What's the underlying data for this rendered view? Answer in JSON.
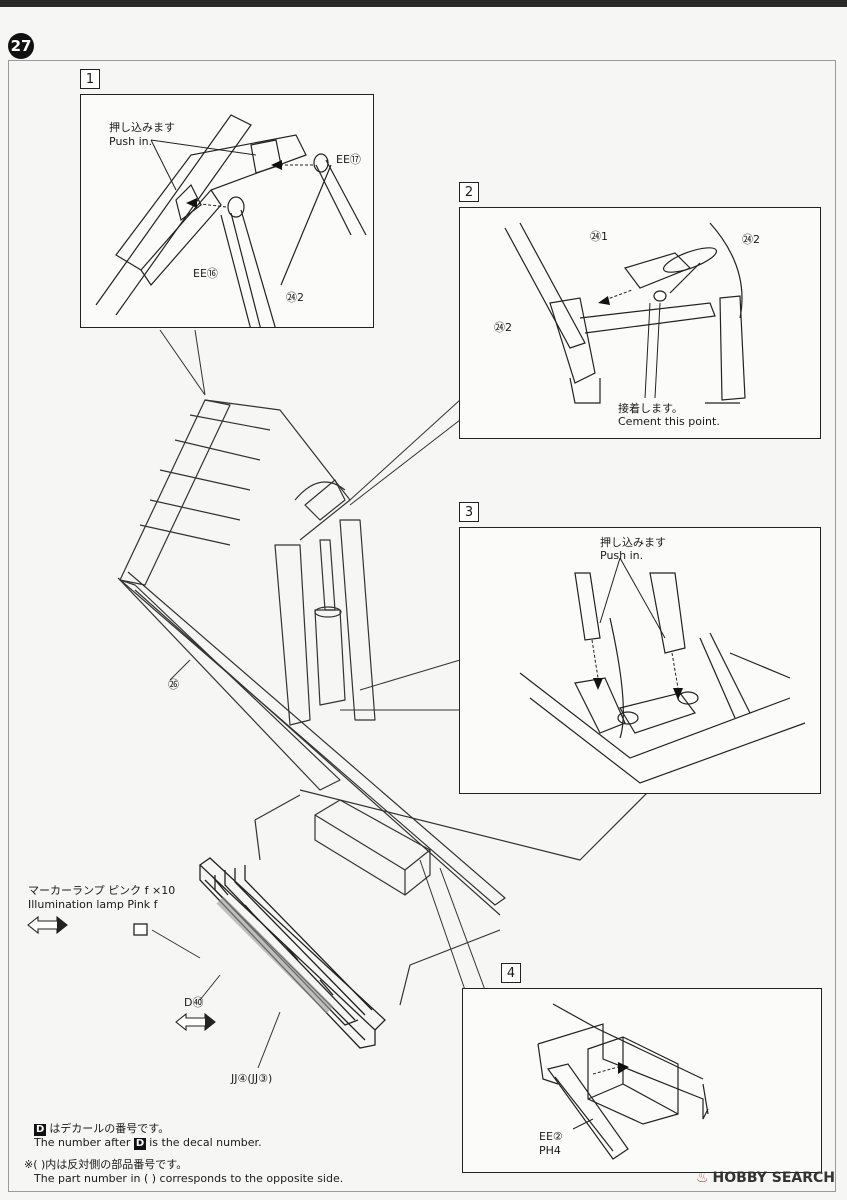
{
  "page": {
    "step_number": "27"
  },
  "panels": {
    "p1": {
      "number": "1",
      "push_jp": "押し込みます",
      "push_en": "Push in.",
      "part_ee17": "EE⑰",
      "part_ee16": "EE⑯",
      "part_242": "㉔2"
    },
    "p2": {
      "number": "2",
      "part_241": "㉔1",
      "part_242_right": "㉔2",
      "part_242_left": "㉔2",
      "cement_jp": "接着します。",
      "cement_en": "Cement this point."
    },
    "p3": {
      "number": "3",
      "push_jp": "押し込みます",
      "push_en": "Push in."
    },
    "p4": {
      "number": "4",
      "part_ee2": "EE②",
      "part_ph4": "PH4"
    }
  },
  "main": {
    "part_26": "㉖",
    "marker_jp": "マーカーランプ ピンク f ×10",
    "marker_en": "Illumination lamp Pink f",
    "decal_part": "D㊵",
    "jj_part": "JJ④(JJ③)"
  },
  "notes": {
    "decal_jp": "はデカールの番号です。",
    "decal_en_pre": "The number after",
    "decal_en_post": "is the decal number.",
    "decal_mark": "D",
    "opposite_jp": "※(   )内は反対側の部品番号です。",
    "opposite_en": "The part number in (   ) corresponds to the opposite side."
  },
  "watermark": {
    "text": "HOBBY SEARCH"
  }
}
